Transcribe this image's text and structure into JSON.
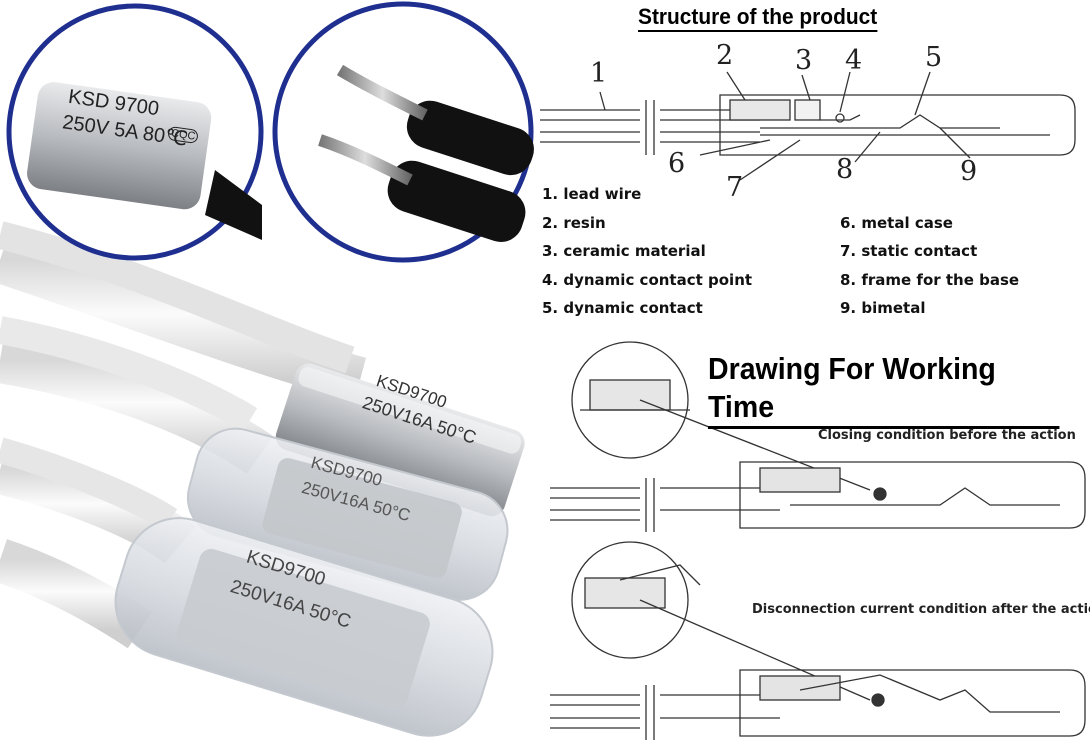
{
  "structure": {
    "title": "Structure of the product",
    "callout_numbers": [
      "1",
      "2",
      "3",
      "4",
      "5",
      "6",
      "7",
      "8",
      "9"
    ],
    "legend_left": [
      "1. lead wire",
      "2. resin",
      "3. ceramic material",
      "4. dynamic contact point",
      "5. dynamic contact"
    ],
    "legend_right": [
      "6. metal case",
      "7. static contact",
      "8. frame for the base",
      "9. bimetal"
    ]
  },
  "working": {
    "title": "Drawing For Working Time",
    "closing_caption": "Closing condition before the action",
    "disconnect_caption": "Disconnection current condition after the action"
  },
  "product_markings": {
    "closeup_label_line1": "KSD 9700",
    "closeup_label_line2": "250V 5A 80℃",
    "sensor1_line1": "KSD9700",
    "sensor1_line2": "250V16A 50°C",
    "sensor2_line1": "KSD9700",
    "sensor2_line2": "250V16A 50°C",
    "sensor3_line1": "KSD9700",
    "sensor3_line2": "250V16A 50°C",
    "cert_mark": "CQC"
  },
  "colors": {
    "circle_border": "#1f2f8f",
    "metal": "#b9bcc0",
    "cable": "#f1f1f1",
    "sleeve": "#dcdfe4"
  }
}
